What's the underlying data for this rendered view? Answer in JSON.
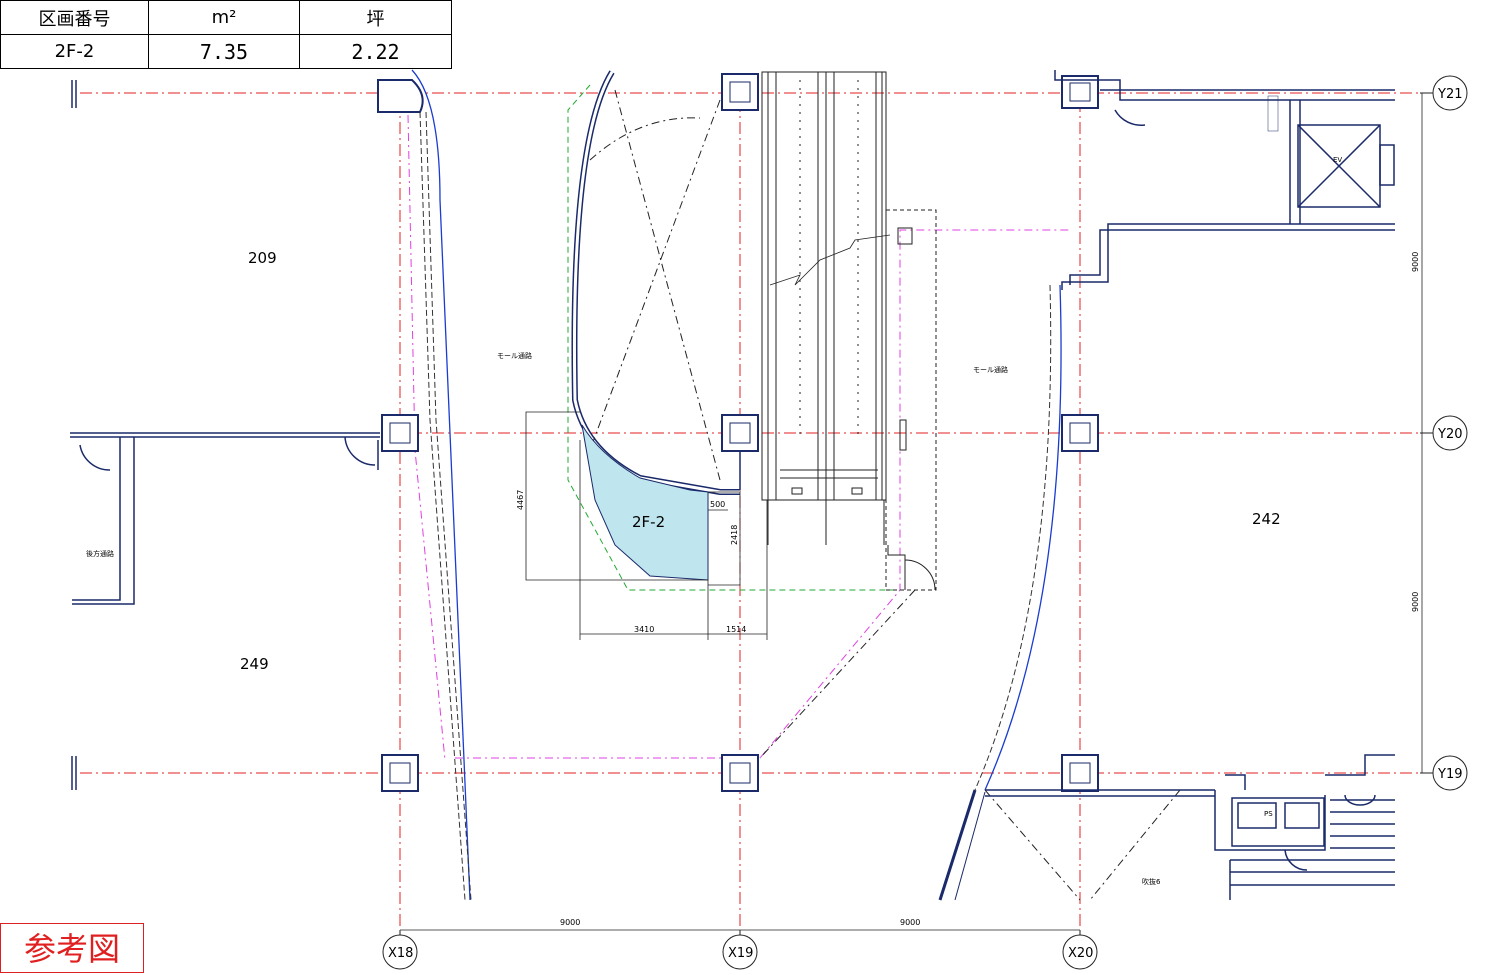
{
  "area_table": {
    "headers": [
      "区画番号",
      "m²",
      "坪"
    ],
    "row": [
      "2F-2",
      "7.35",
      "2.22"
    ]
  },
  "stamp": "参考図",
  "rooms": {
    "r209": "209",
    "r249": "249",
    "r242": "242",
    "unit": "2F-2"
  },
  "labels": {
    "mall_left": "モール通路",
    "mall_right": "モール通路",
    "back_corridor": "後方通路",
    "ps": "PS",
    "ev": "EV",
    "right_bottom": "吹抜6"
  },
  "dimensions": {
    "height_total": "4467",
    "height_lower": "2418",
    "small_w": "500",
    "width_main": "3410",
    "width_side": "1514",
    "grid_x1": "9000",
    "grid_x2": "9000",
    "grid_y1": "9000",
    "grid_y2": "9000"
  },
  "axes": {
    "x18": "X18",
    "x19": "X19",
    "x20": "X20",
    "y19": "Y19",
    "y20": "Y20",
    "y21": "Y21"
  },
  "colors": {
    "grid_line": "#e02020",
    "boundary_line": "#e040e0",
    "unit_fill": "#bfe6ee",
    "wall_blue": "#1a3ccf",
    "green_dash": "#22aa33"
  }
}
